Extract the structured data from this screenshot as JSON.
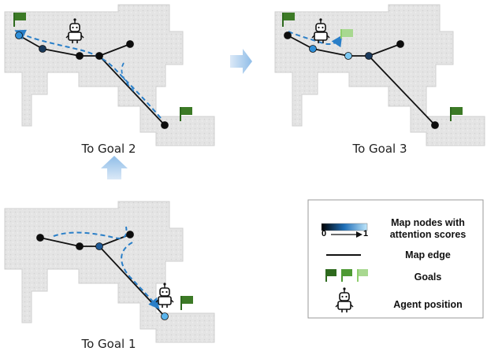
{
  "captions": {
    "goal1": "To Goal 1",
    "goal2": "To Goal 2",
    "goal3": "To Goal 3"
  },
  "legend": {
    "nodes_line1": "Map nodes with",
    "nodes_line2": "attention scores",
    "scale_min": "0",
    "scale_max": "1",
    "edge_label": "Map edge",
    "goals_label": "Goals",
    "agent_label": "Agent position"
  },
  "colors": {
    "map_fill": "#e6e6e6",
    "edge": "#111111",
    "path": "#2a7fc8",
    "arrow": "#a9cdee",
    "goal_dark": "#2e6a1e",
    "goal_mid": "#4e9a34",
    "goal_light": "#a8d890",
    "node_low": "#0b1a2e",
    "node_mid": "#2a6fb0",
    "node_high": "#6cc0f0"
  },
  "icons": {
    "agent": "robot-icon",
    "goal": "flag-icon",
    "transition": "arrow-icon"
  }
}
